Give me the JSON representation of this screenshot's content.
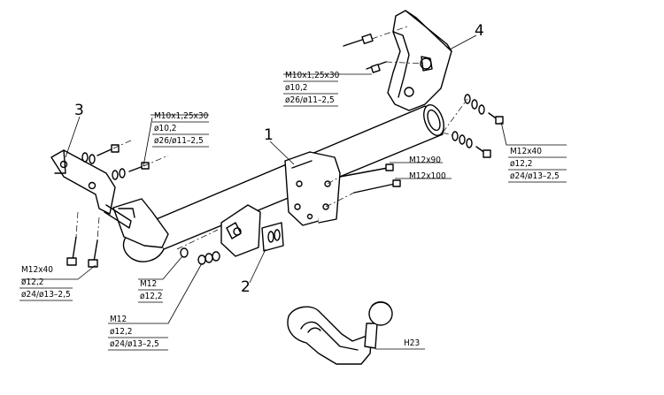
{
  "parts": [
    {
      "number": "1"
    },
    {
      "number": "2"
    },
    {
      "number": "3"
    },
    {
      "number": "4"
    }
  ],
  "callouts": {
    "left_top_bolt": [
      "M10x1,25x30",
      "ø10,2",
      "ø26/ø11–2,5"
    ],
    "right_top_bolt": [
      "M10x1,25x30",
      "ø10,2",
      "ø26/ø11–2,5"
    ],
    "left_lower_bolt": [
      "M12x40",
      "ø12,2",
      "ø24/ø13–2,5"
    ],
    "right_bolt": [
      "M12x40",
      "ø12,2",
      "ø24/ø13–2,5"
    ],
    "center_nut": [
      "M12",
      "ø12,2"
    ],
    "lower_nut": [
      "M12",
      "ø12,2",
      "ø24/ø13–2,5"
    ],
    "long_bolt_1": "M12x90",
    "long_bolt_2": "M12x100",
    "ball": "H23"
  }
}
